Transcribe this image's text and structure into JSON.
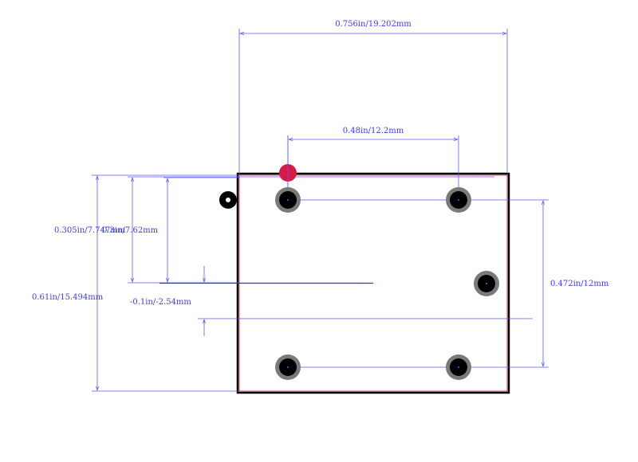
{
  "colors": {
    "dimension": "#5a5aff",
    "dimension_text": "#3a3aff",
    "outline": "#000000",
    "outline_inner": "#d0203a",
    "pad_ring": "#7a7a7a",
    "pad_hole": "#000000",
    "pin1_marker": "#d81b45",
    "orientation_dot": "#000000"
  },
  "dimensions": {
    "overall_width": "0.756in/19.202mm",
    "pad_pitch_x": "0.48in/12.2mm",
    "body_height": "0.61in/15.494mm",
    "pin1_to_center_a": "0.305in/7.747mm",
    "pin1_to_center_b": "0.3in/7.62mm",
    "center_offset": "-0.1in/-2.54mm",
    "pad_pitch_y": "0.472in/12mm"
  },
  "pads": [
    {
      "id": "top-left"
    },
    {
      "id": "top-right"
    },
    {
      "id": "middle-right"
    },
    {
      "id": "bottom-left"
    },
    {
      "id": "bottom-right"
    }
  ]
}
